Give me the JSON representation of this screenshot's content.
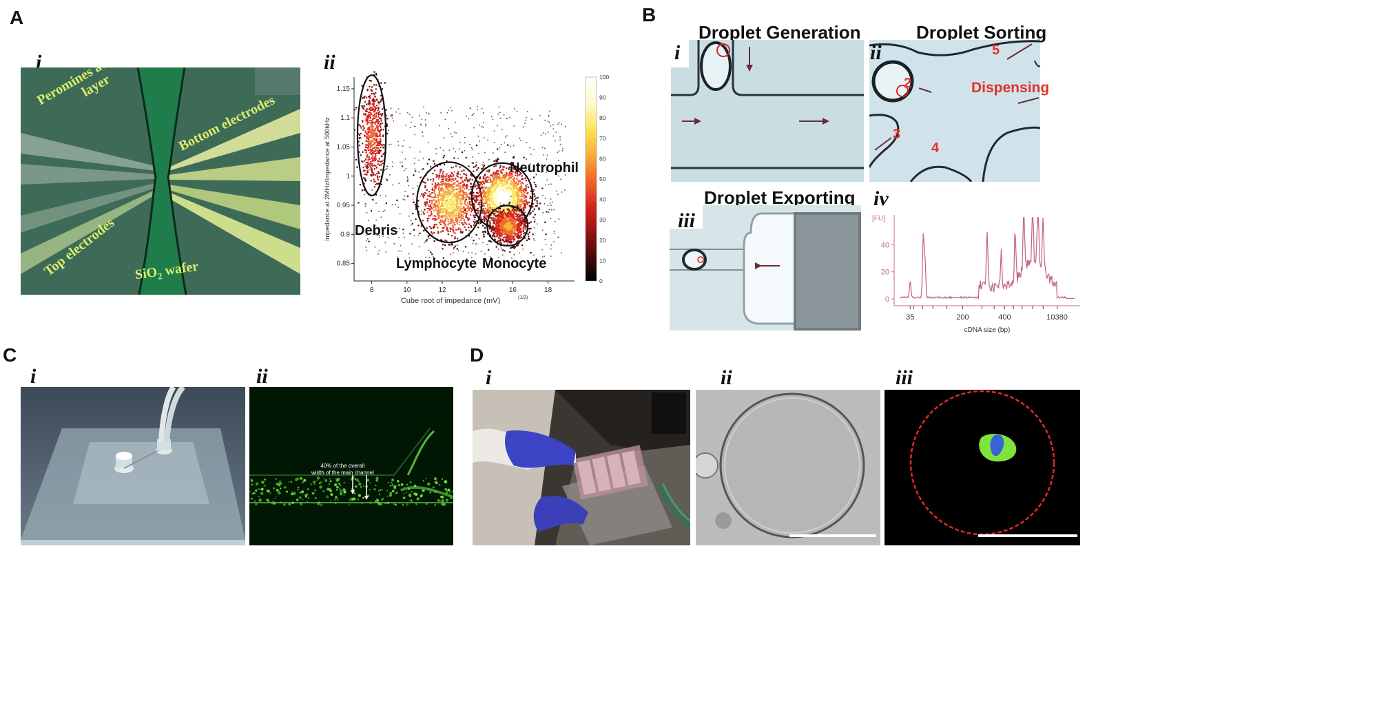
{
  "panels": {
    "A": {
      "letter": "A",
      "i": {
        "numeral": "i",
        "labels": [
          "Peromines adhesive",
          "layer",
          "Bottom electrodes",
          "Top electrodes",
          "SiO",
          "2",
          " wafer"
        ]
      },
      "ii": {
        "numeral": "ii",
        "chart_data": {
          "type": "scatter",
          "xlabel": "Cube root of impedance (mV)",
          "xlabel_sup": "(1/3)",
          "ylabel": "Impedance at 2MHz/Impedance at 500kHz",
          "xlim": [
            7,
            19.5
          ],
          "ylim": [
            0.82,
            1.17
          ],
          "x_ticks": [
            8,
            10,
            12,
            14,
            16,
            18
          ],
          "y_ticks": [
            0.85,
            0.9,
            0.95,
            1,
            1.05,
            1.1,
            1.15
          ],
          "colorbar_ticks": [
            0,
            10,
            20,
            30,
            40,
            50,
            60,
            70,
            80,
            90,
            100
          ],
          "colormap": [
            "#000000",
            "#4a0a0a",
            "#9b1414",
            "#d9281e",
            "#f06a2a",
            "#f7b23a",
            "#fbe65a",
            "#fffbd0",
            "#ffffff"
          ],
          "clusters": [
            {
              "name": "Debris",
              "center": [
                8.0,
                1.07
              ],
              "spread": [
                0.35,
                0.045
              ],
              "density": 40
            },
            {
              "name": "Lymphocyte",
              "center": [
                12.4,
                0.955
              ],
              "spread": [
                0.8,
                0.03
              ],
              "density": 70
            },
            {
              "name": "Neutrophil",
              "center": [
                15.4,
                0.965
              ],
              "spread": [
                0.75,
                0.025
              ],
              "density": 100
            },
            {
              "name": "Monocyte",
              "center": [
                15.7,
                0.915
              ],
              "spread": [
                0.5,
                0.015
              ],
              "density": 55
            }
          ]
        }
      }
    },
    "B": {
      "letter": "B",
      "i": {
        "numeral": "i",
        "title": "Droplet Generation"
      },
      "ii": {
        "numeral": "ii",
        "title": "Droplet Sorting",
        "numbers": [
          "2",
          "3",
          "4",
          "5"
        ],
        "dispensing": "Dispensing"
      },
      "iii": {
        "numeral": "iii",
        "title": "Droplet Exporting"
      },
      "iv": {
        "numeral": "iv",
        "chart_data": {
          "type": "line",
          "ylabel": "[FU]",
          "xlabel": "cDNA size (bp)",
          "ylim": [
            -5,
            62
          ],
          "y_ticks": [
            0,
            20,
            40
          ],
          "x_tick_labels": [
            "35",
            "200",
            "400",
            "10380"
          ],
          "color": "#c46a86",
          "peaks": [
            {
              "x": 0.06,
              "y": 12
            },
            {
              "x": 0.135,
              "y": 46
            },
            {
              "x": 0.145,
              "y": 28
            },
            {
              "x": 0.5,
              "y": 42
            },
            {
              "x": 0.58,
              "y": 25
            },
            {
              "x": 0.66,
              "y": 36
            },
            {
              "x": 0.71,
              "y": 50
            },
            {
              "x": 0.76,
              "y": 48
            },
            {
              "x": 0.79,
              "y": 59
            },
            {
              "x": 0.82,
              "y": 40
            }
          ]
        }
      }
    },
    "C": {
      "letter": "C",
      "i": {
        "numeral": "i"
      },
      "ii": {
        "numeral": "ii",
        "annotation_lines": [
          "40% of the overall",
          "width of the main channel"
        ]
      }
    },
    "D": {
      "letter": "D",
      "i": {
        "numeral": "i"
      },
      "ii": {
        "numeral": "ii"
      },
      "iii": {
        "numeral": "iii"
      }
    }
  },
  "colors": {
    "a_i_bg": "#3f6e5a",
    "electrode": "#d9e39a",
    "channel": "#1f7d4b",
    "droplet_bg": "#c8dfe6",
    "fluor_bg": "#021604",
    "fluor_green": "#5fe03a"
  }
}
